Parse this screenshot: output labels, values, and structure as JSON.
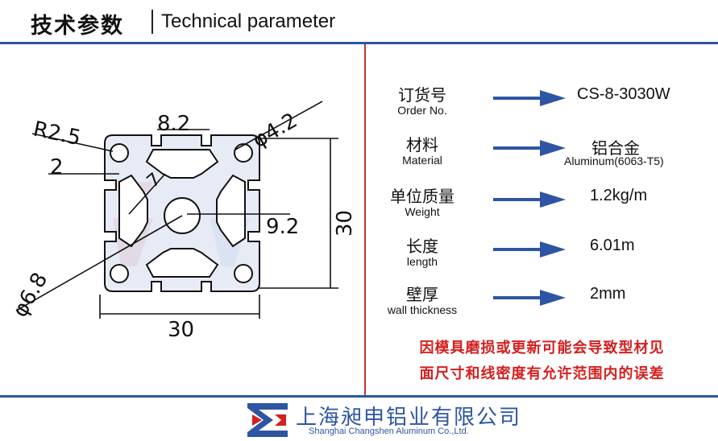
{
  "header": {
    "title_cn": "技术参数",
    "title_en": "Technical parameter"
  },
  "drawing": {
    "dim_r25": "R2.5",
    "dim_82": "8.2",
    "dim_phi42": "φ4.2",
    "dim_2": "2",
    "dim_7": "7",
    "dim_92": "9.2",
    "dim_30_vertical": "30",
    "dim_30_horizontal": "30",
    "dim_phi68": "φ6.8"
  },
  "specs": [
    {
      "label_cn": "订货号",
      "label_en": "Order No.",
      "value": "CS-8-3030W",
      "value_sub": ""
    },
    {
      "label_cn": "材料",
      "label_en": "Material",
      "value": "铝合金",
      "value_sub": "Aluminum(6063-T5)"
    },
    {
      "label_cn": "单位质量",
      "label_en": "Weight",
      "value": "1.2kg/m",
      "value_sub": ""
    },
    {
      "label_cn": "长度",
      "label_en": "length",
      "value": "6.01m",
      "value_sub": ""
    },
    {
      "label_cn": "壁厚",
      "label_en": "wall thickness",
      "value": "2mm",
      "value_sub": ""
    }
  ],
  "note": {
    "line1": "因模具磨损或更新可能会导致型材见",
    "line2": "面尺寸和线密度有允许范围内的误差"
  },
  "footer": {
    "company_cn": "上海昶申铝业有限公司",
    "company_en": "Shanghai Changshen Aluminum Co.,Ltd."
  },
  "colors": {
    "brand_blue": "#2e55a3",
    "warning_red": "#d42020",
    "divider_red": "#d03030"
  }
}
